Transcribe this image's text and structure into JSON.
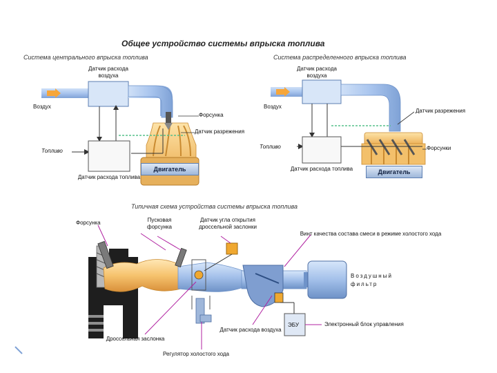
{
  "title": "Общее устройство системы впрыска топлива",
  "central": {
    "heading": "Система центрального впрыска топлива",
    "air_flow_sensor": "Датчик расхода воздуха",
    "air": "Воздух",
    "injector": "Форсунка",
    "vacuum_sensor": "Датчик разрежения",
    "fuel": "Топливо",
    "engine": "Двигатель",
    "fuel_flow_sensor": "Датчик расхода топлива"
  },
  "distributed": {
    "heading": "Система распределенного впрыска топлива",
    "air_flow_sensor": "Датчик расхода воздуха",
    "air": "Воздух",
    "vacuum_sensor": "Датчик разрежения",
    "fuel": "Топливо",
    "injectors": "Форсунки",
    "fuel_flow_sensor": "Датчик расхода топлива",
    "engine": "Двигатель"
  },
  "typical": {
    "heading": "Типичная схема устройства системы впрыска топлива",
    "injector": "Форсунка",
    "start_injector": "Пусковая форсунка",
    "throttle_angle_sensor": "Датчик угла открытия дроссельной заслонки",
    "idle_mixture_screw": "Винт качества состава смеси в режиме холостого хода",
    "air_filter": "Воздушный фильтр",
    "ecu": "ЭБУ",
    "ecu_full": "Электронный блок управления",
    "air_flow_sensor": "Датчик расхода воздуха",
    "throttle_valve": "Дроссельная заслонка",
    "idle_regulator": "Регулятор холостого хода"
  },
  "colors": {
    "duct": "#a9c5ee",
    "duct_dark": "#6f93c9",
    "sensor_box": "#d8e6f8",
    "manifold": "#f3c06b",
    "fuel_line": "#56c08c",
    "ecu_box": "#f0a830",
    "wire": "#333333"
  }
}
